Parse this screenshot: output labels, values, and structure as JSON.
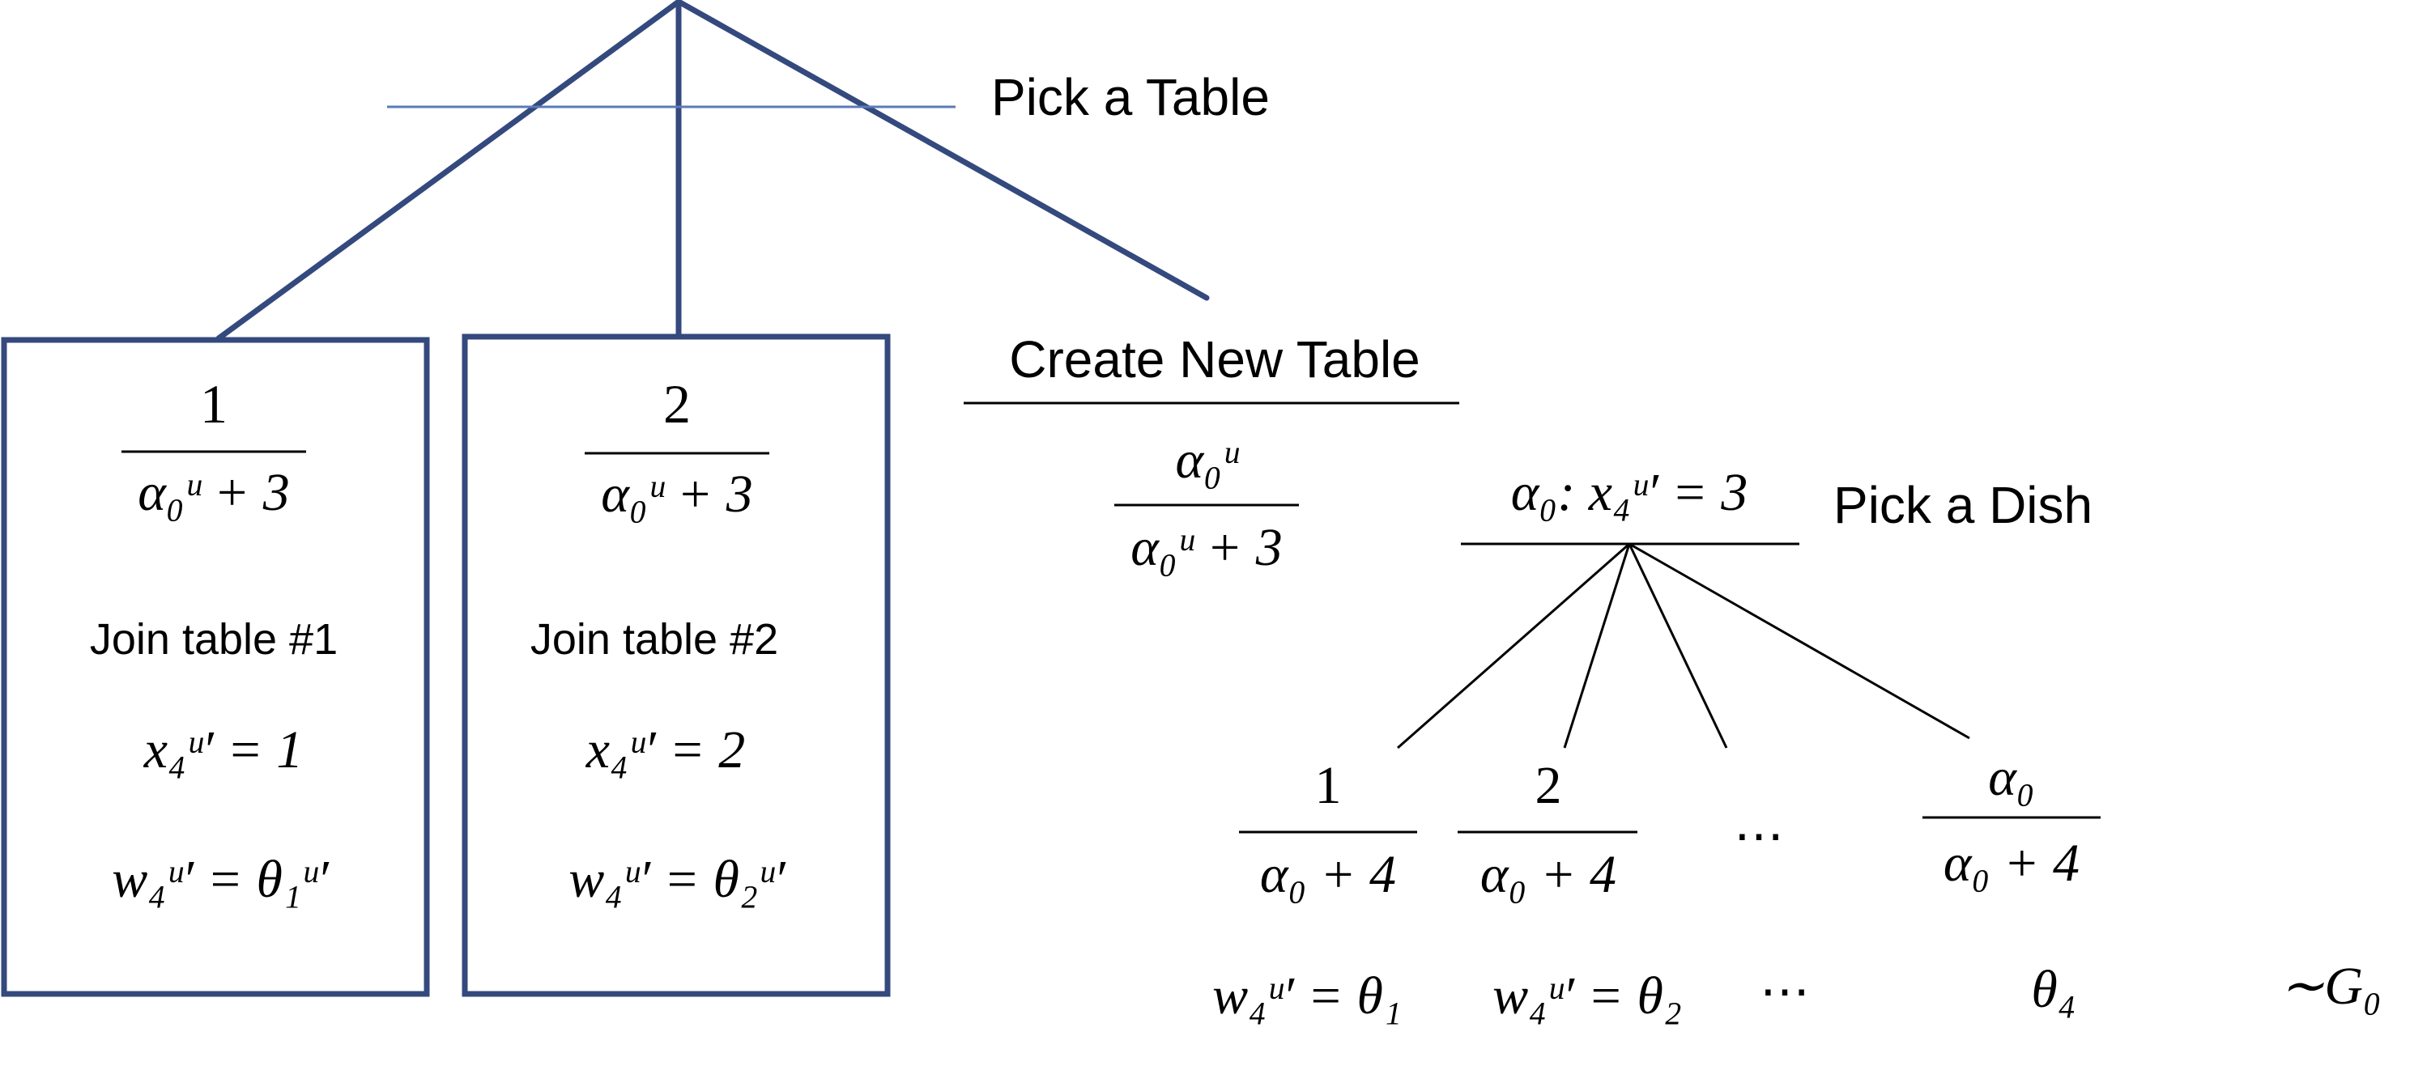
{
  "colors": {
    "tree_line": "#34497d",
    "thin_line": "#5a7bb8",
    "dish_line": "#000000"
  },
  "labels": {
    "pick_table": "Pick a Table",
    "create_new_table": "Create New Table",
    "pick_dish": "Pick a Dish"
  },
  "tables": [
    {
      "prob_num": "1",
      "prob_den": "α₀ᵘ + 3",
      "join": "Join table #1",
      "x_assign": "x₄ᵘ′ = 1",
      "w_assign": "w₄ᵘ′ = θ₁ᵘ′"
    },
    {
      "prob_num": "2",
      "prob_den": "α₀ᵘ + 3",
      "join": "Join table #2",
      "x_assign": "x₄ᵘ′ = 2",
      "w_assign": "w₄ᵘ′ = θ₂ᵘ′"
    }
  ],
  "new_table": {
    "prob_num": "α₀ᵘ",
    "prob_den": "α₀ᵘ + 3",
    "condition": "α₀: x₄ᵘ′ = 3"
  },
  "dishes": [
    {
      "num": "1",
      "den": "α₀ + 4",
      "assign": "w₄ᵘ′ = θ₁"
    },
    {
      "num": "2",
      "den": "α₀ + 4",
      "assign": "w₄ᵘ′ = θ₂"
    },
    {
      "ellipsis": "⋯",
      "assign": "⋯"
    },
    {
      "num": "α₀",
      "den": "α₀ + 4",
      "assign": "θ₄"
    }
  ],
  "base_measure": "∼G₀"
}
